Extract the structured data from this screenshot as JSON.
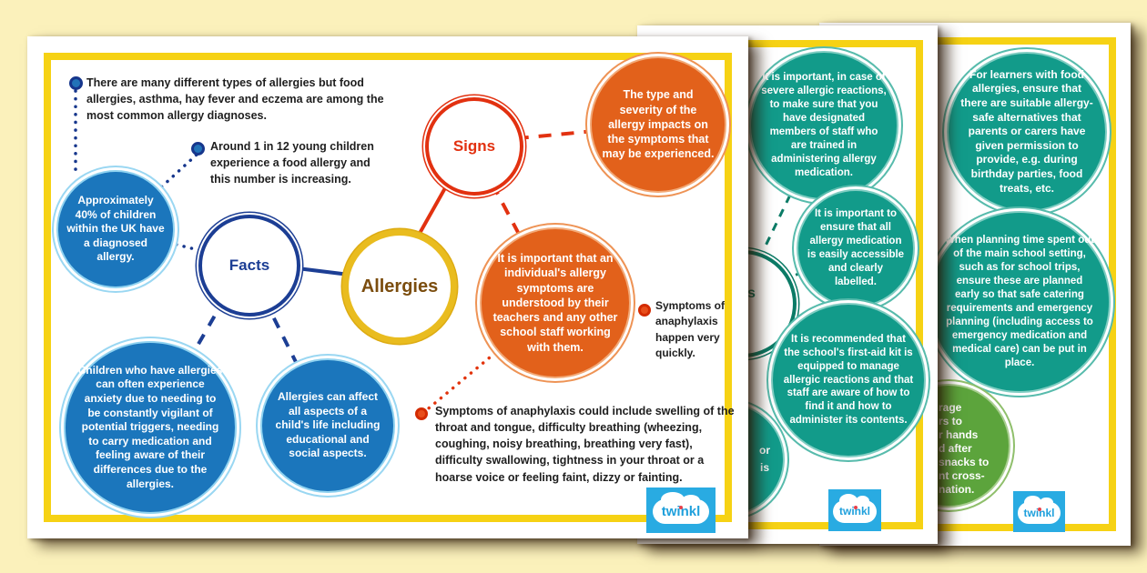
{
  "brand": {
    "logo_text": "twinkl"
  },
  "colors": {
    "background": "#FBF1BB",
    "frame_yellow": "#F6D214",
    "navy": "#1C3E94",
    "blue_bubble": "#1B76BC",
    "red": "#E23110",
    "orange_bubble": "#E2611B",
    "gold_circle": "#E9BC1F",
    "teal_bubble": "#129B8A",
    "green_bubble": "#5CA43C",
    "twinkl_blue": "#29ABE2"
  },
  "page1": {
    "hub_label": "Allergies",
    "facts_label": "Facts",
    "signs_label": "Signs",
    "note_types": "There are many different types of allergies but food allergies, asthma, hay fever and eczema are among the most common allergy diagnoses.",
    "note_1in12": "Around 1 in 12 young children experience a food allergy and this number is increasing.",
    "bubble_40": "Approximately 40% of children within the UK have a diagnosed allergy.",
    "bubble_anxiety": "Children who have allergies can often experience anxiety due to needing to be constantly vigilant of potential triggers, needing to carry medication and feeling aware of their differences due to the allergies.",
    "bubble_aspects": "Allergies can affect all aspects of a child's life including educational and social aspects.",
    "bubble_type_severity": "The type and severity of the allergy impacts on the symptoms that may be experienced.",
    "bubble_understood": "It is important that an individual's allergy symptoms are understood by their teachers and any other school staff working with them.",
    "note_quickly": "Symptoms of anaphylaxis happen very quickly.",
    "note_symptoms": "Symptoms of anaphylaxis could include swelling of the throat and tongue, difficulty breathing (wheezing, coughing, noisy breathing, breathing very fast), difficulty swallowing, tightness in your throat or a hoarse voice or feeling faint, dizzy or fainting."
  },
  "page2": {
    "bubble_staff": "It is important, in case of severe allergic reactions, to make sure that you have designated members of staff who are trained in administering allergy medication.",
    "bubble_medication": "It is important to ensure that all allergy medication is easily accessible and clearly labelled.",
    "bubble_firstaid": "It is recommended that the school's first-aid kit is equipped to manage allergic reactions and that staff are aware of how to find it and how to administer its contents.",
    "hub_fragment": "s",
    "bubble_fragment": "or\nis"
  },
  "page3": {
    "bubble_learners": "For learners with food allergies, ensure that there are suitable allergy-safe alternatives that parents or carers have given permission to provide, e.g. during birthday parties, food treats, etc.",
    "bubble_planning": "When planning time spent out of the main school setting, such as for school trips, ensure these are planned early so that safe catering requirements and emergency planning (including access to emergency medication and medical care) can be put in place.",
    "bubble_hands_fragments": "rage\nrs to\nr hands\nd after\nsnacks to\nnt cross-\nnation."
  }
}
